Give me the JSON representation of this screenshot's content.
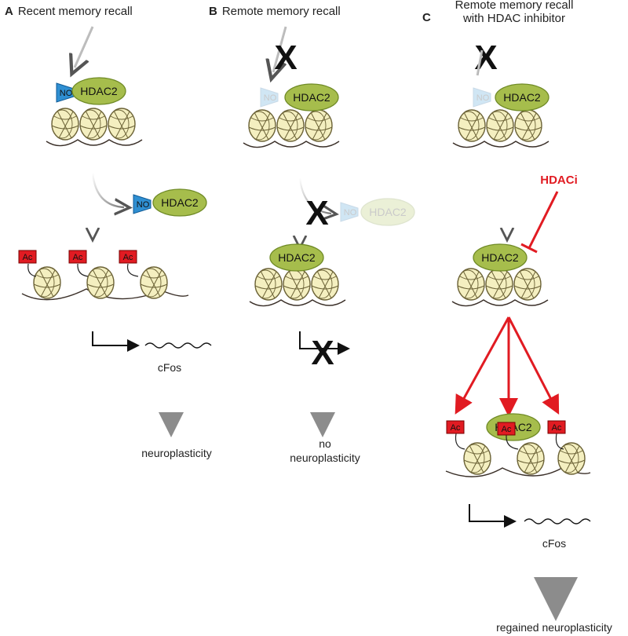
{
  "panels": [
    {
      "letter": "A",
      "title": "Recent memory recall"
    },
    {
      "letter": "B",
      "title": "Remote memory recall"
    },
    {
      "letter": "C",
      "title_line1": "Remote memory recall",
      "title_line2": "with HDAC inhibitor"
    }
  ],
  "labels": {
    "hdac2": "HDAC2",
    "no": "NO",
    "ac": "Ac",
    "hdaci": "HDACi",
    "cfos": "cFos",
    "neuroplasticity": "neuroplasticity",
    "no_line1": "no",
    "no_line2": "neuroplasticity",
    "regained": "regained neuroplasticity",
    "block": "X"
  },
  "colors": {
    "hdac2_fill": "#a6bd4c",
    "hdac2_stroke": "#6f8a26",
    "no_fill": "#2f8fd2",
    "ac_fill": "#e11b22",
    "inhibitor": "#e11b22",
    "nucleosome_fill": "#f4efc0",
    "nucleosome_stroke": "#6b6236",
    "dna": "#3a2f28",
    "arrow_grey": "#9a9a9a"
  }
}
